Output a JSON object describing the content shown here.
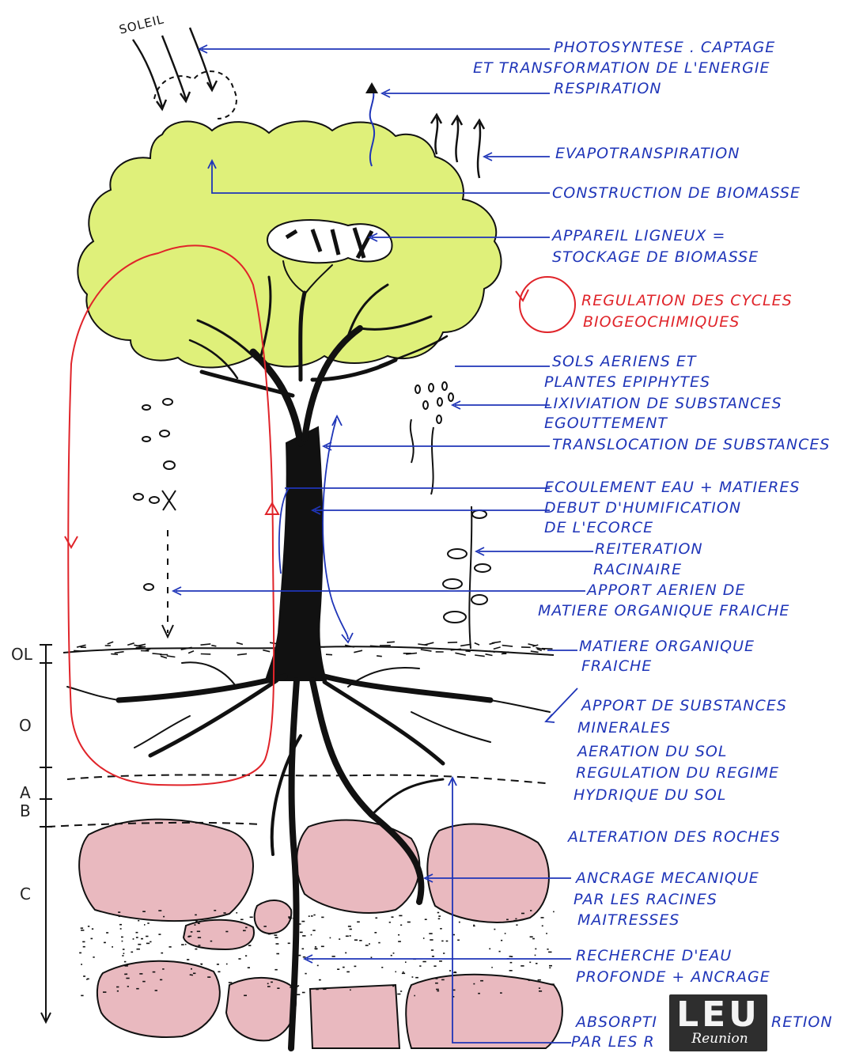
{
  "sun": {
    "label": "SOLEIL"
  },
  "labels": {
    "photosynthese_1": "PHOTOSYNTESE . CAPTAGE",
    "photosynthese_2": "ET TRANSFORMATION DE L'ENERGIE",
    "respiration": "RESPIRATION",
    "evapotranspiration": "EVAPOTRANSPIRATION",
    "biomasse": "CONSTRUCTION DE BIOMASSE",
    "ligneux_1": "APPAREIL LIGNEUX =",
    "ligneux_2": "STOCKAGE DE BIOMASSE",
    "regulation_1": "REGULATION DES CYCLES",
    "regulation_2": "BIOGEOCHIMIQUES",
    "sols_1": "SOLS AERIENS ET",
    "sols_2": "PLANTES EPIPHYTES",
    "lixiviation": "LIXIVIATION DE SUBSTANCES",
    "egouttement": "EGOUTTEMENT",
    "translocation": "TRANSLOCATION DE SUBSTANCES",
    "ecoulement": "ECOULEMENT EAU + MATIERES",
    "humification_1": "DEBUT D'HUMIFICATION",
    "humification_2": "DE L'ECORCE",
    "reiteration_1": "REITERATION",
    "reiteration_2": "RACINAIRE",
    "apport_aerien_1": "APPORT AERIEN DE",
    "apport_aerien_2": "MATIERE ORGANIQUE FRAICHE",
    "mo_fraiche_1": "MATIERE ORGANIQUE",
    "mo_fraiche_2": "FRAICHE",
    "minerales_1": "APPORT DE SUBSTANCES",
    "minerales_2": "MINERALES",
    "aeration": "AERATION DU SOL",
    "hydrique_1": "REGULATION DU REGIME",
    "hydrique_2": "HYDRIQUE DU SOL",
    "alteration": "ALTERATION DES ROCHES",
    "ancrage_1": "ANCRAGE MECANIQUE",
    "ancrage_2": "PAR LES RACINES",
    "ancrage_3": "MAITRESSES",
    "recherche_1": "RECHERCHE D'EAU",
    "recherche_2": "PROFONDE + ANCRAGE",
    "absorption_1": "ABSORPTI",
    "absorption_1b": "RETION",
    "absorption_2": "PAR LES R"
  },
  "horizons": [
    "OL",
    "O",
    "A",
    "B",
    "C"
  ],
  "logo": {
    "text": "LEU",
    "subtitle": "Reunion"
  },
  "colors": {
    "annotation": "#1f35b8",
    "regulation": "#e0242a",
    "canopy": "#dff07a",
    "rock": "#e9b9bf",
    "trunk": "#111111"
  }
}
